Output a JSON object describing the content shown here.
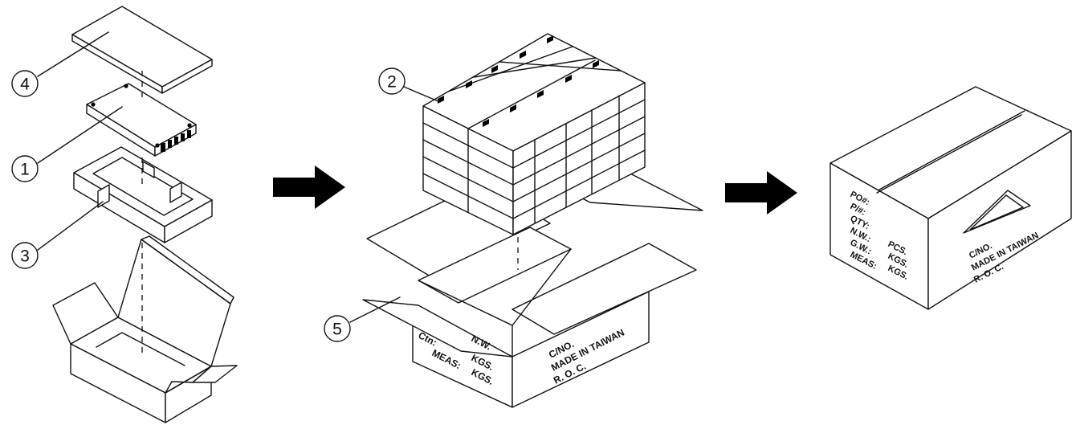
{
  "callouts": {
    "c1": "1",
    "c2": "2",
    "c3": "3",
    "c4": "4",
    "c5": "5"
  },
  "open_carton_marking": {
    "side": [
      "Ctn:",
      "N.W.",
      "MEAS:",
      "KGS.",
      "KGS."
    ],
    "front": [
      "C/NO.",
      "MADE IN TAIWAN",
      "R. O. C."
    ]
  },
  "closed_carton_marking": {
    "labels": [
      "PO#:",
      "P/#:",
      "QTY:",
      "N.W.:",
      "G.W.:",
      "MEAS:"
    ],
    "units": [
      "PCS.",
      "KGS.",
      "KGS."
    ],
    "front": [
      "C/NO.",
      "MADE IN TAIWAN",
      "R. O. C."
    ]
  }
}
